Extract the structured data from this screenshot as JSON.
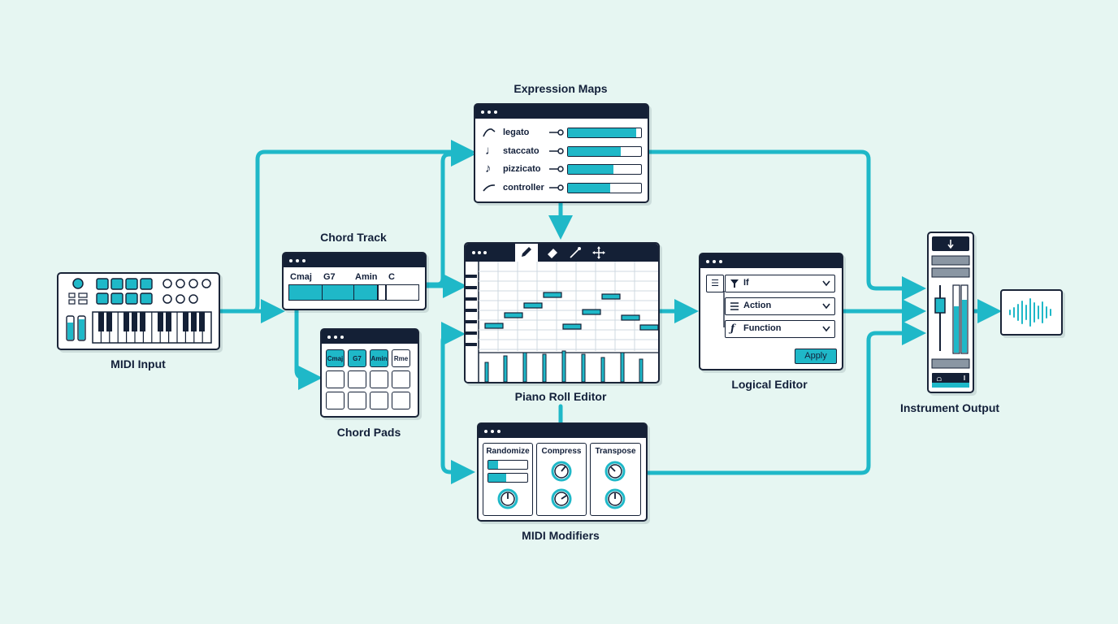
{
  "labels": {
    "midi_input": "MIDI Input",
    "chord_track": "Chord Track",
    "chord_pads": "Chord Pads",
    "expression_maps": "Expression Maps",
    "piano_roll": "Piano Roll Editor",
    "midi_modifiers": "MIDI Modifiers",
    "logical_editor": "Logical Editor",
    "instrument_output": "Instrument Output"
  },
  "chord_track": {
    "chords": [
      "Cmaj",
      "G7",
      "Amin",
      "C"
    ]
  },
  "chord_pads": {
    "pads": [
      "Cmaj",
      "G7",
      "Amin",
      "Rme"
    ]
  },
  "expression_maps": {
    "items": [
      {
        "label": "legato",
        "icon": "legato-curve-icon",
        "level": 0.93
      },
      {
        "label": "staccato",
        "icon": "eighth-note-icon",
        "level": 0.72
      },
      {
        "label": "pizzicato",
        "icon": "beamed-note-icon",
        "level": 0.62
      },
      {
        "label": "controller",
        "icon": "controller-curve-icon",
        "level": 0.58
      }
    ]
  },
  "logical_editor": {
    "rows": [
      {
        "label": "If",
        "icon": "filter-icon"
      },
      {
        "label": "Action",
        "icon": "menu-lines-icon"
      },
      {
        "label": "Function",
        "icon": "function-icon"
      }
    ],
    "apply_label": "Apply"
  },
  "midi_modifiers": {
    "sections": [
      "Randomize",
      "Compress",
      "Transpose"
    ]
  },
  "colors": {
    "accent": "#1fb8c8",
    "dark": "#142036",
    "background": "#e6f6f2"
  }
}
